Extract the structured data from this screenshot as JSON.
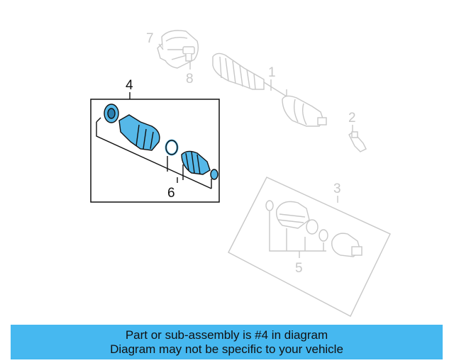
{
  "callouts": {
    "c1": "1",
    "c2": "2",
    "c3": "3",
    "c4": "4",
    "c5": "5",
    "c6": "6",
    "c7": "7",
    "c8": "8"
  },
  "colors": {
    "highlight": "#56b8e8",
    "ghost": "#c8c8c8",
    "banner": "#46b8f0"
  },
  "banner": {
    "line1": "Part or sub-assembly is #4 in diagram",
    "line2": "Diagram may not be specific to your vehicle"
  }
}
